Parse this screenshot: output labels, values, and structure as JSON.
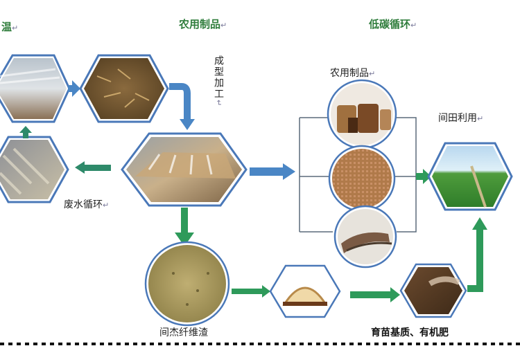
{
  "headers": {
    "left": "温",
    "middle": "农用制品",
    "right": "低碳循环"
  },
  "labels": {
    "processing": "成型加工",
    "wastewater": "废水循环",
    "agri_products": "农用制品",
    "field_use": "间田利用",
    "fiber_residue": "间杰纤维渣",
    "substrate": "育苗基质、有机肥"
  },
  "return_mark": "↵",
  "colors": {
    "header_green": "#2f7d3c",
    "blue_arrow": "#4a86c5",
    "green_arrow": "#2e9a5a",
    "hex_border": "#4a78b8",
    "tree_line": "#5a6a7a"
  }
}
